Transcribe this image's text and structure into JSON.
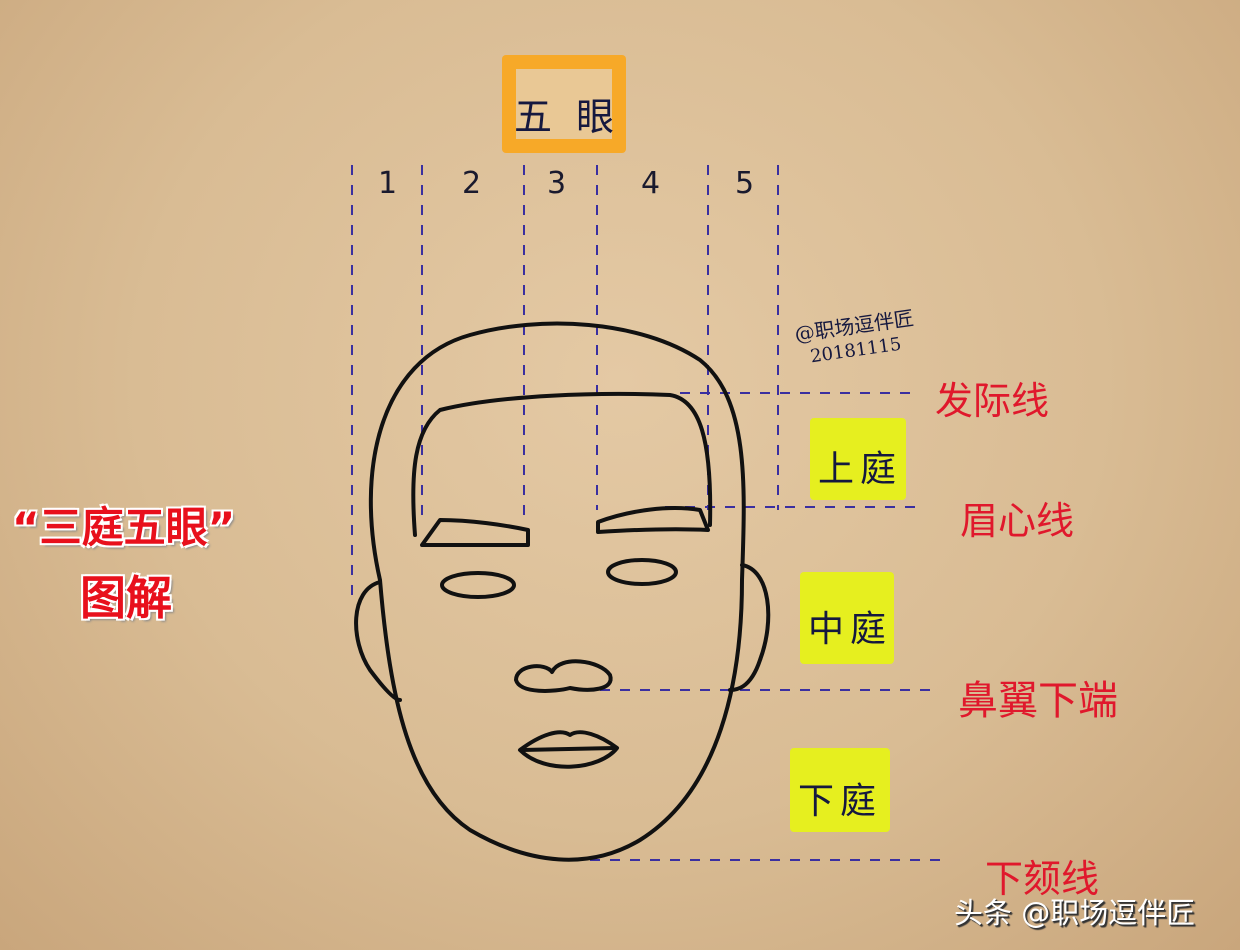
{
  "header": {
    "title": "五 眼"
  },
  "columns": [
    "1",
    "2",
    "3",
    "4",
    "5"
  ],
  "signature": {
    "handle": "@职场逗伴匠",
    "date": "20181115"
  },
  "sections": [
    {
      "label": "上庭"
    },
    {
      "label": "中庭"
    },
    {
      "label": "下庭"
    }
  ],
  "lines": [
    {
      "label": "发际线"
    },
    {
      "label": "眉心线"
    },
    {
      "label": "鼻翼下端"
    },
    {
      "label": "下颏线"
    }
  ],
  "main_title": {
    "line1": "“三庭五眼”",
    "line2": "图解"
  },
  "watermark": "头条 @职场逗伴匠",
  "colors": {
    "annotation": "#e0182c",
    "highlight_yellow": "#e6ef1f",
    "highlight_orange": "#f7a928",
    "dash": "#3a2fa0",
    "ink": "#15183f",
    "paper": "#dcc29d"
  }
}
